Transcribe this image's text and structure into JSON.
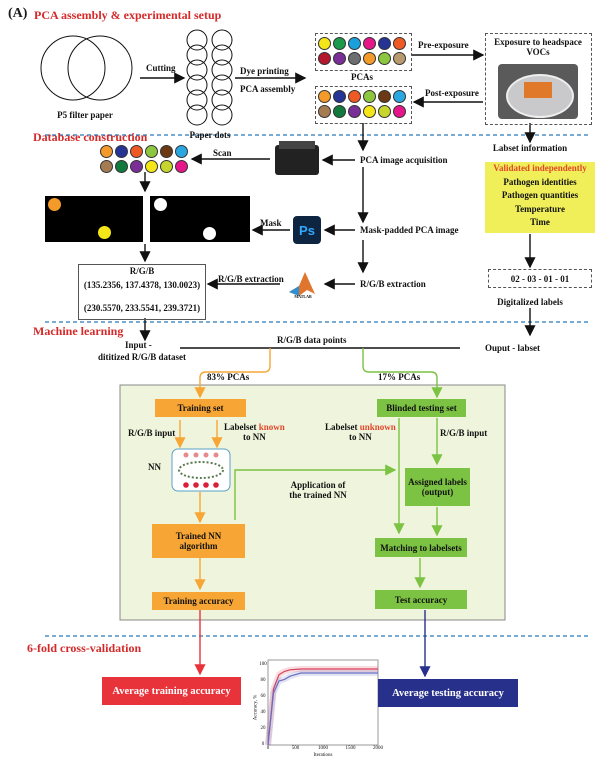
{
  "panel_label": "(A)",
  "sections": {
    "assembly": "PCA assembly & experimental setup",
    "database": "Database construction",
    "ml": "Machine learning",
    "cv": "6-fold cross-validation"
  },
  "assembly": {
    "filter": "P5 filter paper",
    "cutting": "Cutting",
    "dots": "Paper dots",
    "dye": "Dye printing",
    "pca_assembly": "PCA assembly",
    "pcas": "PCAs",
    "pre": "Pre-exposure",
    "post": "Post-exposure",
    "exposure": "Exposure to headspace VOCs",
    "pre_colors": [
      "#f5e61a",
      "#1a9a4a",
      "#1aa0dd",
      "#e4168a",
      "#253495",
      "#ef5a24",
      "#b3182e",
      "#7a2f96",
      "#6d6e6f",
      "#f39a2b",
      "#8dc63f",
      "#b79a6e"
    ],
    "post_colors": [
      "#f39a2b",
      "#253495",
      "#ef5a24",
      "#8dc63f",
      "#6b3a14",
      "#2aa7e0",
      "#a57c52",
      "#127a3c",
      "#7a2f96",
      "#f5e61a",
      "#c6d62c",
      "#e4168a"
    ]
  },
  "database": {
    "scan": "Scan",
    "acquisition": "PCA image acquisition",
    "mask": "Mask",
    "mask_padded": "Mask-padded PCA image",
    "extraction_left": "R/G/B extraction",
    "extraction_right": "R/G/B extraction",
    "rgb_title": "R/G/B",
    "rgb1": "(135.2356, 137.4378, 130.0023)",
    "rgb2": "(230.5570, 233.5541, 239.3721)",
    "ps_icon": "Ps",
    "matlab": "MATLAB",
    "labset_info": "Labset information",
    "validated": "Validated independently",
    "labels": [
      "Pathogen identities",
      "Pathogen quantities",
      "Temperature",
      "Time"
    ],
    "code": "02 - 03 - 01 - 01",
    "digitalized": "Digitalized labels"
  },
  "ml": {
    "input1": "Input -",
    "input2": "dititized R/G/B dataset",
    "data_points": "R/G/B data points",
    "output": "Ouput - labset",
    "train_pct": "83% PCAs",
    "test_pct": "17% PCAs",
    "training_set": "Training set",
    "blinded": "Blinded testing set",
    "rgb_input_l": "R/G/B input",
    "rgb_input_r": "R/G/B input",
    "known_a": "Labelset ",
    "known_b": "known",
    "known_c": "to NN",
    "unknown_a": "Labelset ",
    "unknown_b": "unknown",
    "unknown_c": "to NN",
    "nn": "NN",
    "application1": "Application of",
    "application2": "the trained NN",
    "trained1": "Trained NN",
    "trained2": "algorithm",
    "assigned1": "Assigned labels",
    "assigned2": "(output)",
    "matching": "Matching to labelsets",
    "train_acc": "Training accuracy",
    "test_acc": "Test accuracy"
  },
  "cv": {
    "avg_train": "Average training accuracy",
    "avg_test": "Average testing accuracy",
    "train_color": "#e8333a",
    "test_color": "#27318b"
  },
  "inset_chart": {
    "type": "line",
    "ylabel": "Accuracy, %",
    "xlabel": "Iterations",
    "yticks": [
      "0",
      "20",
      "40",
      "60",
      "80",
      "100"
    ],
    "xticks": [
      "0",
      "500",
      "1000",
      "1500",
      "2000"
    ],
    "xlim": [
      0,
      2000
    ],
    "ylim": [
      0,
      100
    ],
    "series": [
      {
        "color": "#d9405a",
        "x": [
          0,
          100,
          200,
          300,
          400,
          600,
          2000
        ],
        "y": [
          0,
          70,
          88,
          92,
          94,
          95,
          95
        ]
      },
      {
        "color": "#6a6fc0",
        "x": [
          0,
          100,
          200,
          300,
          400,
          600,
          2000
        ],
        "y": [
          0,
          65,
          80,
          82,
          86,
          90,
          90
        ]
      }
    ]
  }
}
